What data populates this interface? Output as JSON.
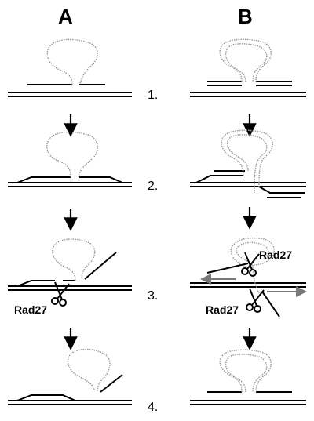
{
  "columns": {
    "a_label": "A",
    "b_label": "B"
  },
  "steps": [
    "1.",
    "2.",
    "3.",
    "4."
  ],
  "enzyme": {
    "a_label": "Rad27",
    "b_label_1": "Rad27",
    "b_label_2": "Rad27"
  }
}
